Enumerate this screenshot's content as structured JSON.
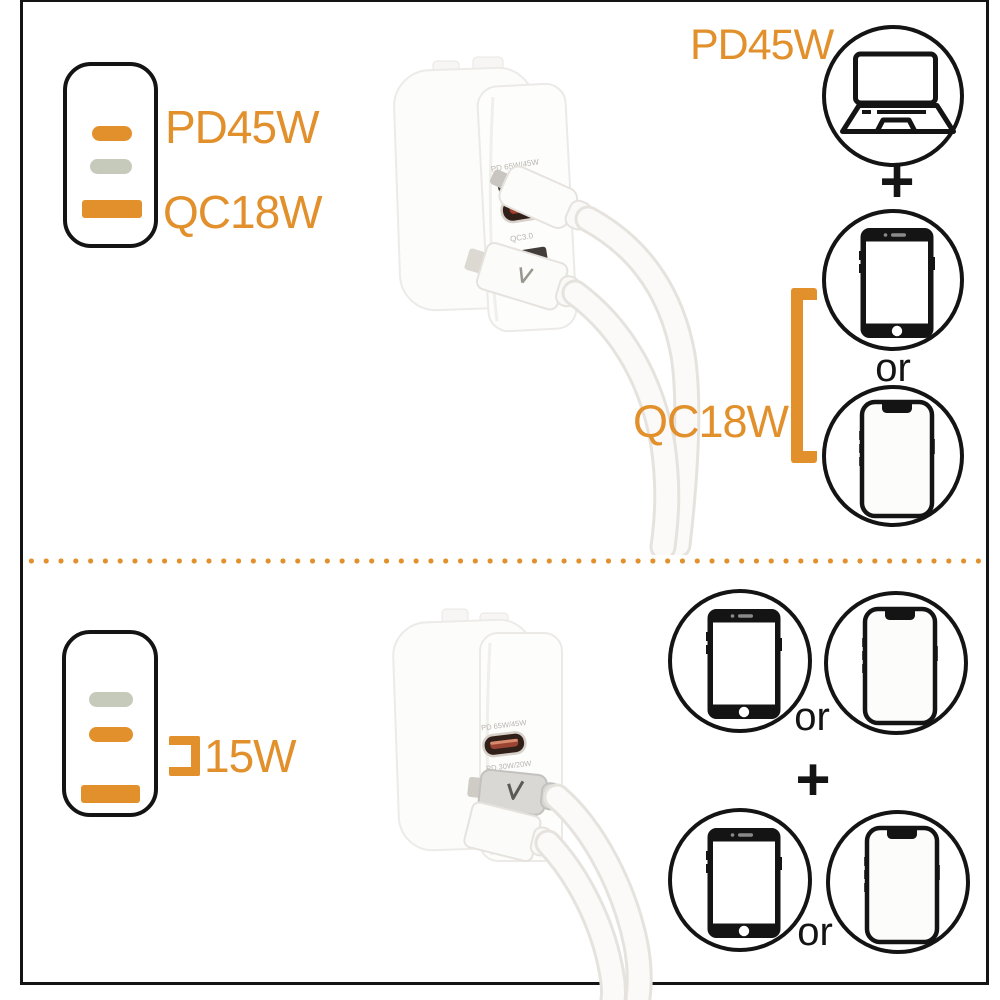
{
  "colors": {
    "accent": "#e2902c",
    "inactive": "#c6cabb",
    "line": "#141414",
    "background": "#ffffff"
  },
  "top_section": {
    "port_panel": {
      "pd_label": "PD45W",
      "qc_label": "QC18W",
      "ports": [
        {
          "type": "usb-c",
          "state": "active"
        },
        {
          "type": "usb-c",
          "state": "inactive"
        },
        {
          "type": "usb-a",
          "state": "active"
        }
      ]
    },
    "charger": {
      "port1_label": "PD 65W/45W",
      "port2_label": "QC3.0"
    },
    "device_column": {
      "pd_label": "PD45W",
      "plus": "+",
      "or": "or",
      "qc_label": "QC18W",
      "devices": [
        "laptop",
        "smartphone-home-button",
        "smartphone-notch"
      ]
    }
  },
  "divider": {
    "style": "orange-dotted"
  },
  "bottom_section": {
    "port_panel": {
      "watt_label": "15W",
      "ports": [
        {
          "type": "usb-c",
          "state": "inactive"
        },
        {
          "type": "usb-c",
          "state": "active"
        },
        {
          "type": "usb-a",
          "state": "active"
        }
      ]
    },
    "charger": {
      "port1_label": "PD 65W/45W",
      "port2_label": "PD 30W/20W"
    },
    "device_column": {
      "or_row1": "or",
      "plus": "+",
      "or_row2": "or",
      "devices_row1": [
        "smartphone-home-button",
        "smartphone-notch"
      ],
      "devices_row2": [
        "smartphone-home-button",
        "smartphone-notch"
      ]
    }
  }
}
